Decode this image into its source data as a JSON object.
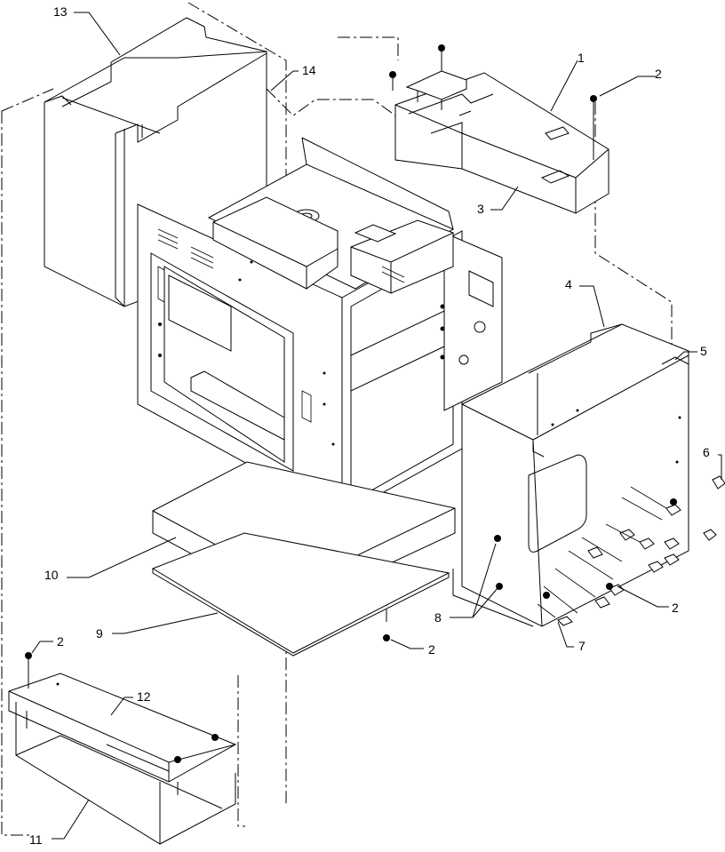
{
  "diagram": {
    "parts": [
      {
        "key": "p1",
        "label": "1"
      },
      {
        "key": "p2a",
        "label": "2"
      },
      {
        "key": "p3",
        "label": "3"
      },
      {
        "key": "p4",
        "label": "4"
      },
      {
        "key": "p5",
        "label": "5"
      },
      {
        "key": "p6",
        "label": "6"
      },
      {
        "key": "p2b",
        "label": "2"
      },
      {
        "key": "p7",
        "label": "7"
      },
      {
        "key": "p8",
        "label": "8"
      },
      {
        "key": "p2c",
        "label": "2"
      },
      {
        "key": "p10",
        "label": "10"
      },
      {
        "key": "p9",
        "label": "9"
      },
      {
        "key": "p2d",
        "label": "2"
      },
      {
        "key": "p12",
        "label": "12"
      },
      {
        "key": "p11",
        "label": "11"
      },
      {
        "key": "p13",
        "label": "13"
      },
      {
        "key": "p14",
        "label": "14"
      }
    ]
  }
}
